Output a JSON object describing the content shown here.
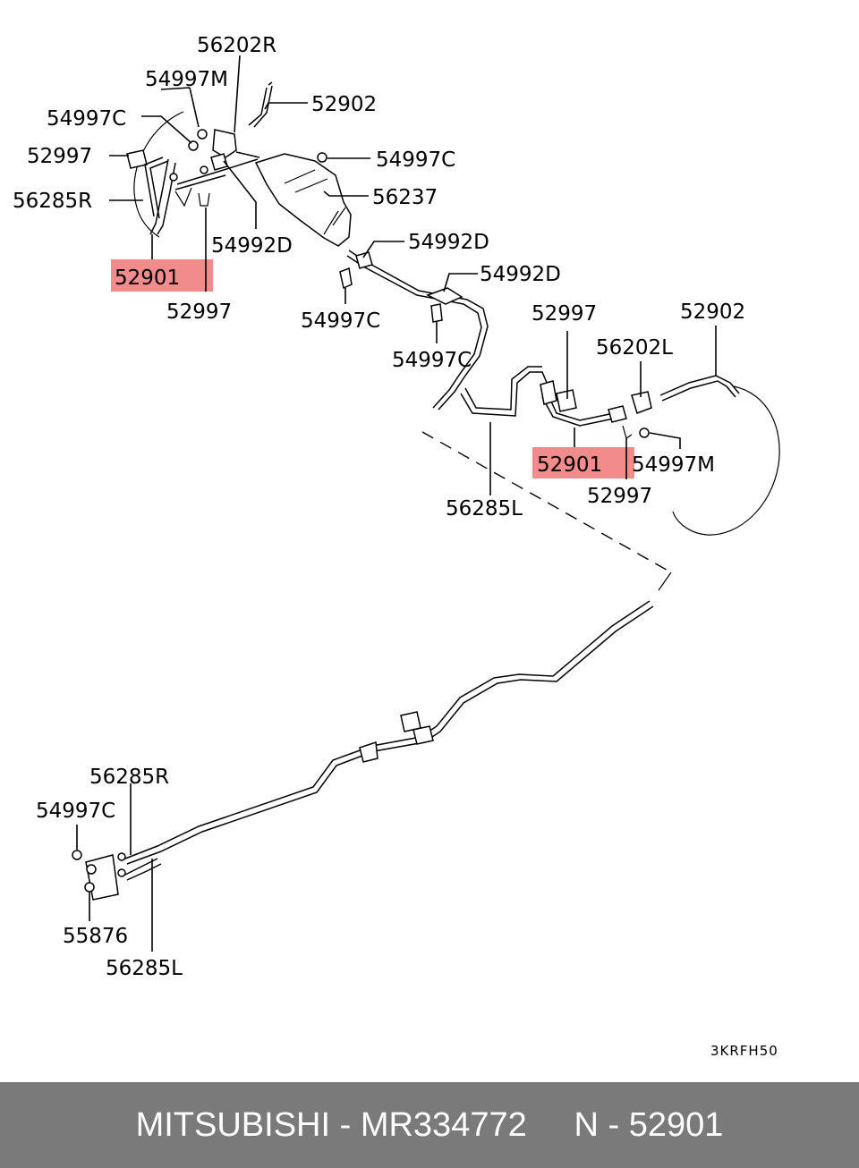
{
  "highlight_color": "#f28c8c",
  "footer_background": "#7a7a7a",
  "labels": {
    "p56202R": "56202R",
    "p54997M_top": "54997M",
    "p52902_top": "52902",
    "p54997C_top_left": "54997C",
    "p54997C_top_right": "54997C",
    "p52997_top_left": "52997",
    "p56237": "56237",
    "p56285R_top": "56285R",
    "p54992D_top": "54992D",
    "p54992D_mid1": "54992D",
    "p54992D_mid2": "54992D",
    "p52901_left": "52901",
    "p52997_top_bottom": "52997",
    "p54997C_mid1": "54997C",
    "p54997C_mid2": "54997C",
    "p52997_right_top": "52997",
    "p52902_right": "52902",
    "p56202L": "56202L",
    "p52901_right": "52901",
    "p54997M_right": "54997M",
    "p52997_right_bottom": "52997",
    "p56285L_mid": "56285L",
    "p56285R_bottom": "56285R",
    "p54997C_bottom": "54997C",
    "p55876": "55876",
    "p56285L_bottom": "56285L"
  },
  "diagram_code": "3KRFH50",
  "footer": {
    "text": "MITSUBISHI - MR334772     N - 52901"
  }
}
